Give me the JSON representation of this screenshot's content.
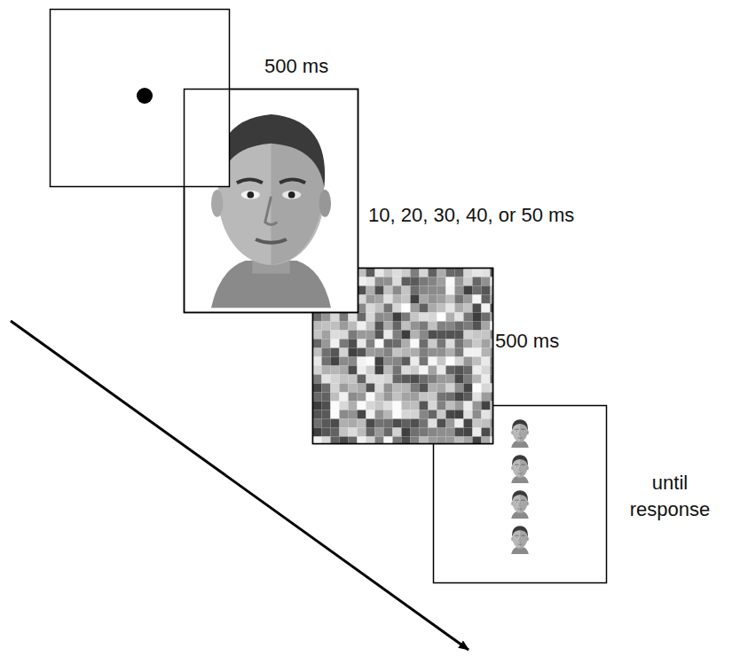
{
  "diagram": {
    "labels": [
      "500 ms",
      "10, 20, 30, 40, or 50 ms",
      "500 ms",
      "until response"
    ]
  }
}
